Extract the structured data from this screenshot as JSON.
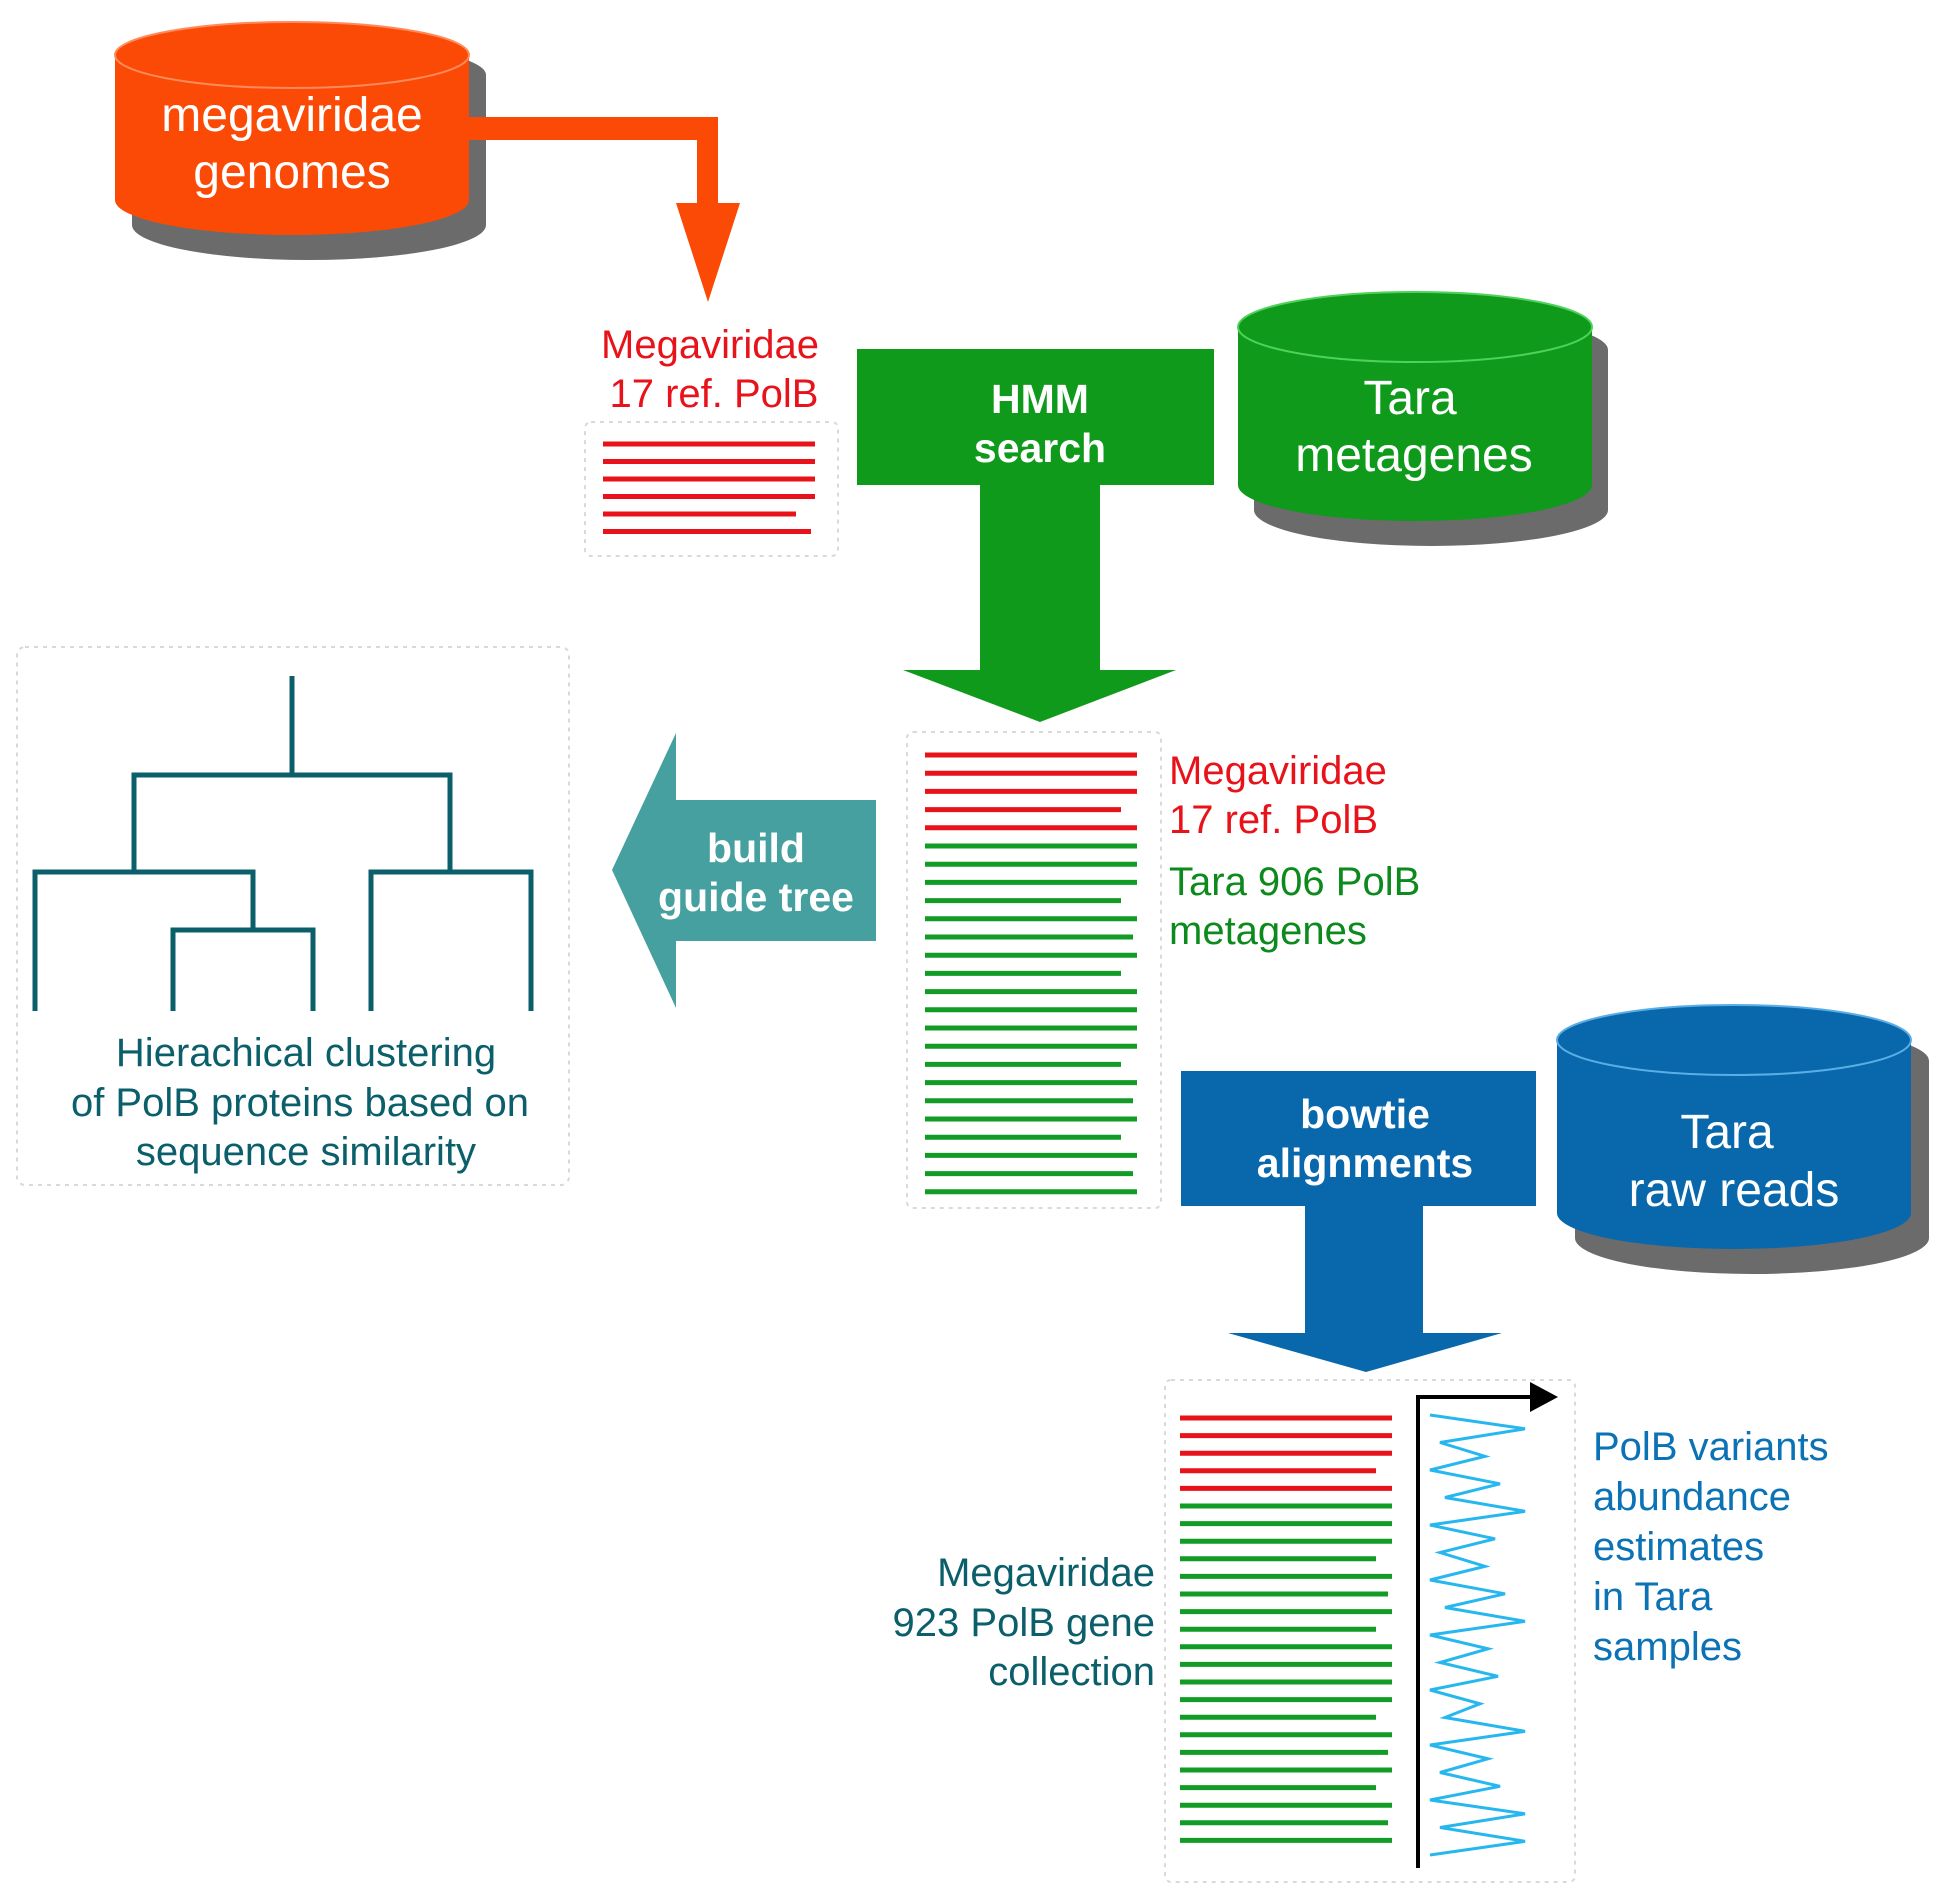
{
  "colors": {
    "orange": "#fb4a06",
    "green": "#0f9a1b",
    "teal": "#46a0a0",
    "blue": "#0868ab",
    "red_line": "#e8131a",
    "green_line": "#129c25",
    "tree": "#0b5f6a",
    "signal": "#27b7ef",
    "shadow": "#6b6b6b"
  },
  "databases": {
    "megaviridae": {
      "line1": "megaviridae",
      "line2": "genomes"
    },
    "tara_metagenes": {
      "line1": "Tara",
      "line2": "metagenes"
    },
    "tara_raw": {
      "line1": "Tara",
      "line2": "raw reads"
    }
  },
  "arrows": {
    "hmm": {
      "line1": "HMM",
      "line2": "search"
    },
    "tree": {
      "line1": "build",
      "line2": "guide tree"
    },
    "bowtie": {
      "line1": "bowtie",
      "line2": "alignments"
    }
  },
  "labels": {
    "ref_line1": "Megaviridae",
    "ref_line2": "17 ref. PolB",
    "mid_ref_line1": "Megaviridae",
    "mid_ref_line2": "17 ref. PolB",
    "tara_line1": "Tara 906 PolB",
    "tara_line2": "metagenes",
    "cluster_line1": "Hierachical clustering",
    "cluster_line2": "of PolB proteins based on",
    "cluster_line3": "sequence similarity",
    "collection_line1": "Megaviridae",
    "collection_line2": "923 PolB gene",
    "collection_line3": "collection",
    "abundance_line1": "PolB variants",
    "abundance_line2": "abundance",
    "abundance_line3": "estimates",
    "abundance_line4": "in Tara",
    "abundance_line5": "samples"
  },
  "sequence_lists": {
    "ref": {
      "red": 6,
      "green": 0
    },
    "middle": {
      "red": 5,
      "green": 20
    },
    "bottom": {
      "red": 5,
      "green": 20
    }
  }
}
